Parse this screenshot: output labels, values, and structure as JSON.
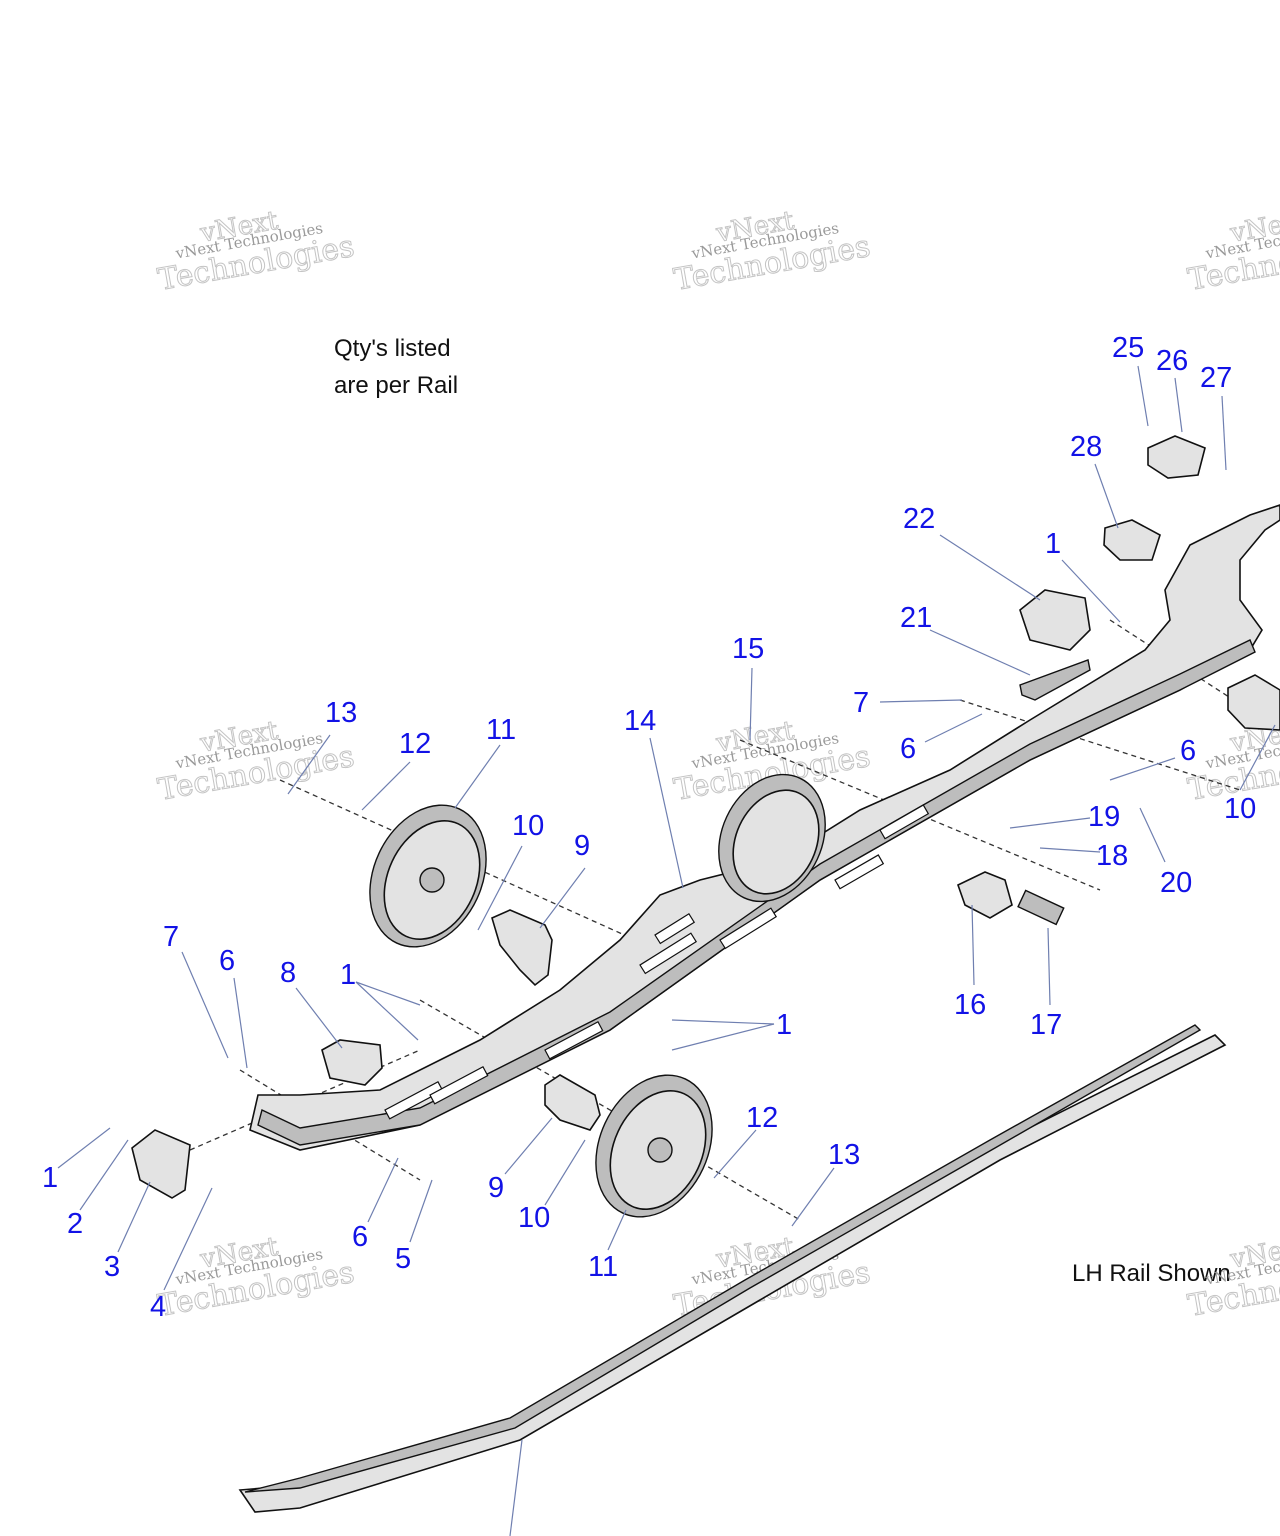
{
  "notes": {
    "qty_line1": "Qty's listed",
    "qty_line2": "are per Rail",
    "rail_shown": "LH Rail Shown"
  },
  "watermark": {
    "line_small": "vNext Technologies",
    "line_big_1": "vNext",
    "line_big_2": "Technologies"
  },
  "callouts": [
    "1",
    "1",
    "1",
    "1",
    "2",
    "3",
    "4",
    "5",
    "6",
    "6",
    "6",
    "6",
    "7",
    "7",
    "8",
    "9",
    "9",
    "10",
    "10",
    "10",
    "11",
    "11",
    "12",
    "12",
    "13",
    "13",
    "14",
    "15",
    "16",
    "17",
    "18",
    "19",
    "20",
    "21",
    "22",
    "25",
    "26",
    "27",
    "28"
  ],
  "colors": {
    "callout": "#1212e6",
    "leader": "#6f7fb0",
    "part_fill": "#e3e3e3",
    "outline": "#111111"
  }
}
